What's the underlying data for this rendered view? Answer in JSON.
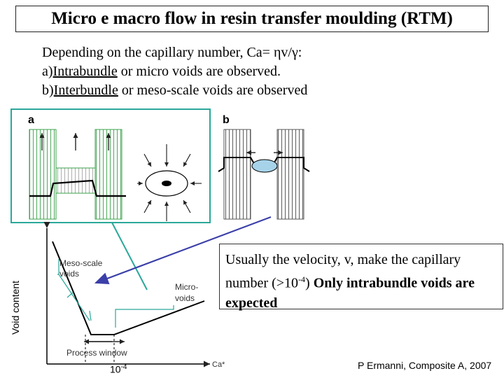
{
  "title": "Micro e macro flow in resin transfer moulding (RTM)",
  "intro": {
    "line1": "Depending on the capillary number, Ca= ηv/γ:",
    "line2_prefix": "a)",
    "line2_term": "Intrabundle",
    "line2_rest": " or micro voids are observed.",
    "line3_prefix": "b)",
    "line3_term": "Interbundle",
    "line3_rest": " or meso-scale voids are observed"
  },
  "figure": {
    "panel_a": "a",
    "panel_b": "b"
  },
  "graph": {
    "ylabel": "Void content",
    "xlabel": "Ca*",
    "meso_label_1": "Meso-scale",
    "meso_label_2": "voids",
    "micro_label_1": "Micro-",
    "micro_label_2": "voids",
    "process_window": "Process window",
    "tick_base": "10",
    "tick_exp": "-4"
  },
  "callout": {
    "part1": "Usually the velocity, v, make the capillary number (>10",
    "exp": "-4",
    "part2": ") ",
    "bold": "Only intrabundle voids are expected"
  },
  "credit": "P Ermanni, Composite A, 2007",
  "colors": {
    "teal": "#2aa89a",
    "arrow": "#3b3fa8",
    "sketch_green": "#3aa04a",
    "void": "#a7d3ea"
  }
}
